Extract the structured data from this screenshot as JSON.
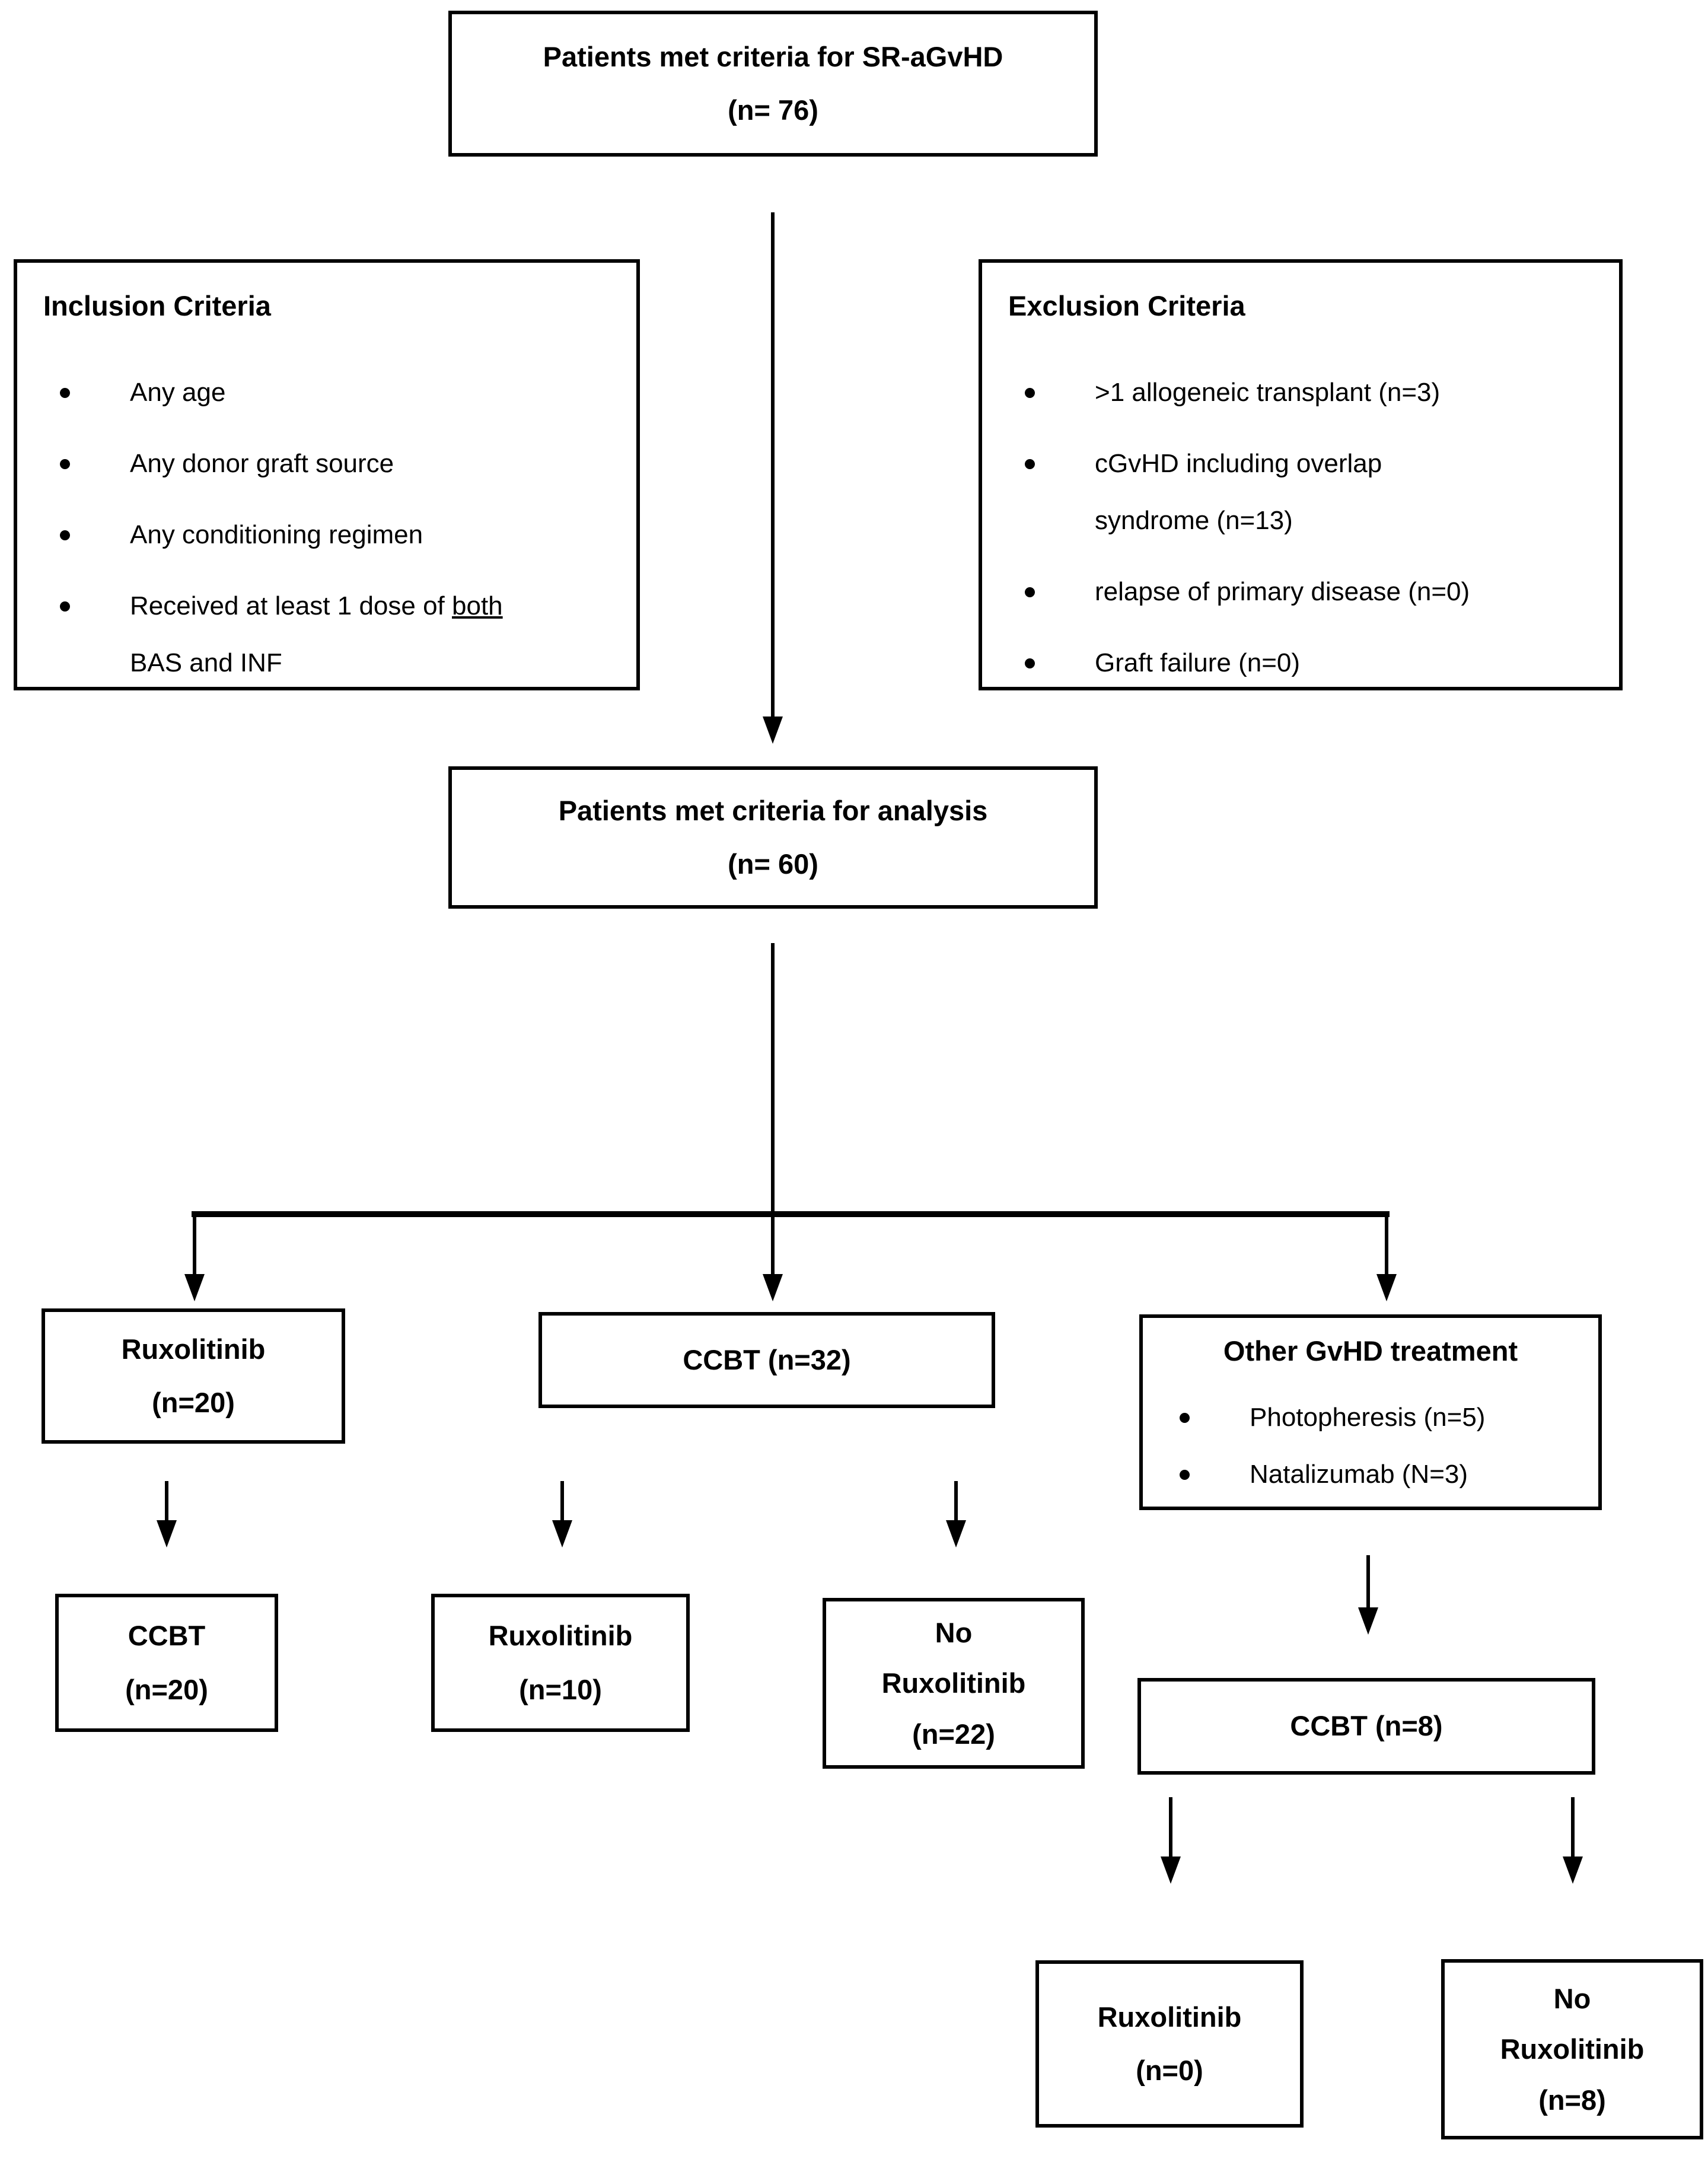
{
  "diagram": {
    "background": "#ffffff",
    "line_color": "#000000",
    "box_border_color": "#000000",
    "text_color": "#000000"
  },
  "top_box": {
    "line1": "Patients met criteria for SR-aGvHD",
    "line2": "(n= 76)"
  },
  "inclusion_box": {
    "title": "Inclusion Criteria",
    "bullet1": "Any age",
    "bullet2": "Any donor graft source",
    "bullet3": "Any conditioning regimen",
    "bullet4_pre": "Received at least 1 dose of ",
    "bullet4_underlined": "both",
    "bullet4_line2": "BAS and INF"
  },
  "exclusion_box": {
    "title": "Exclusion Criteria",
    "bullet1": ">1 allogeneic transplant (n=3)",
    "bullet2_line1": "cGvHD including overlap",
    "bullet2_line2": "syndrome (n=13)",
    "bullet3": "relapse of primary disease (n=0)",
    "bullet4": "Graft failure (n=0)"
  },
  "analysis_box": {
    "line1": "Patients met criteria for analysis",
    "line2": "(n= 60)"
  },
  "ruxolitinib20_box": {
    "line1": "Ruxolitinib",
    "line2": "(n=20)"
  },
  "ccbt32_box": {
    "line1": "CCBT (n=32)"
  },
  "other_box": {
    "title": "Other GvHD treatment",
    "bullet1": "Photopheresis (n=5)",
    "bullet2": "Natalizumab (N=3)"
  },
  "ccbt20_box": {
    "line1": "CCBT",
    "line2": "(n=20)"
  },
  "ruxolitinib10_box": {
    "line1": "Ruxolitinib",
    "line2": "(n=10)"
  },
  "no_ruxolitinib22_box": {
    "line1": "No",
    "line2": "Ruxolitinib",
    "line3": "(n=22)"
  },
  "ccbt8_box": {
    "line1": "CCBT (n=8)"
  },
  "ruxolitinib0_box": {
    "line1": "Ruxolitinib",
    "line2": "(n=0)"
  },
  "no_ruxolitinib8_box": {
    "line1": "No",
    "line2": "Ruxolitinib",
    "line3": "(n=8)"
  }
}
